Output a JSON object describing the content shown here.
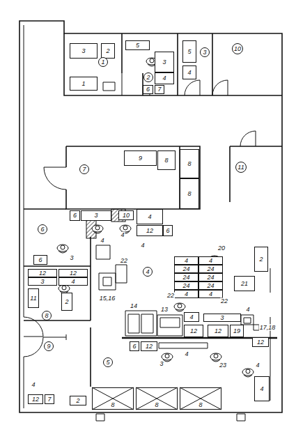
{
  "diagram": {
    "nodes": [
      {
        "text": [
          "3"
        ]
      },
      {
        "text": [
          "2"
        ]
      },
      {
        "text": [
          "5"
        ]
      },
      {
        "text": [
          "5"
        ]
      },
      {
        "text": [
          "1"
        ]
      },
      {
        "text": [
          "3"
        ]
      },
      {
        "text": [
          "10"
        ]
      },
      {
        "text": [
          "3"
        ]
      },
      {
        "text": [
          "4"
        ]
      },
      {
        "text": [
          "2"
        ]
      },
      {
        "text": [
          "4"
        ]
      },
      {
        "text": [
          "1"
        ]
      },
      {
        "text": [
          "6"
        ]
      },
      {
        "text": [
          "7"
        ]
      },
      {
        "text": [
          "9"
        ]
      },
      {
        "text": [
          "8"
        ]
      },
      {
        "text": [
          "8"
        ]
      },
      {
        "text": [
          "11"
        ]
      },
      {
        "text": [
          "7"
        ]
      },
      {
        "text": [
          "8"
        ]
      },
      {
        "text": [
          "6"
        ]
      },
      {
        "text": [
          "3"
        ]
      },
      {
        "text": [
          "10"
        ]
      },
      {
        "text": [
          "4"
        ]
      },
      {
        "text": [
          "12"
        ]
      },
      {
        "text": [
          "6"
        ]
      },
      {
        "text": [
          "6"
        ]
      },
      {
        "text": [
          "6"
        ]
      },
      {
        "text": [
          "12"
        ]
      },
      {
        "text": [
          "12"
        ]
      },
      {
        "text": [
          "4"
        ]
      },
      {
        "text": [
          "3"
        ]
      },
      {
        "text": [
          "4"
        ]
      },
      {
        "text": [
          "4"
        ]
      },
      {
        "text": [
          "4"
        ]
      },
      {
        "text": [
          "24"
        ]
      },
      {
        "text": [
          "24"
        ]
      },
      {
        "text": [
          "24"
        ]
      },
      {
        "text": [
          "24"
        ]
      },
      {
        "text": [
          "24"
        ]
      },
      {
        "text": [
          "24"
        ]
      },
      {
        "text": [
          "4"
        ]
      },
      {
        "text": [
          "4"
        ]
      },
      {
        "text": [
          "2"
        ]
      },
      {
        "text": [
          "21"
        ]
      },
      {
        "text": [
          "11"
        ]
      },
      {
        "text": [
          "2"
        ]
      },
      {
        "text": [
          "8"
        ]
      },
      {
        "text": [
          "4"
        ]
      },
      {
        "text": [
          "3"
        ]
      },
      {
        "text": [
          "12"
        ]
      },
      {
        "text": [
          "12"
        ]
      },
      {
        "text": [
          "19"
        ]
      },
      {
        "text": [
          "12"
        ]
      },
      {
        "text": [
          "6"
        ]
      },
      {
        "text": [
          "12"
        ]
      },
      {
        "text": [
          "9"
        ]
      },
      {
        "text": [
          "5"
        ]
      },
      {
        "text": [
          "4"
        ]
      },
      {
        "text": [
          "12"
        ]
      },
      {
        "text": [
          "7"
        ]
      },
      {
        "text": [
          "2"
        ]
      },
      {
        "text": [
          "8"
        ]
      },
      {
        "text": [
          "8"
        ]
      },
      {
        "text": [
          "8"
        ]
      }
    ],
    "labels": [
      "4",
      "4",
      "4",
      "3",
      "20",
      "22",
      "15,16",
      "22",
      "22",
      "14",
      "13",
      "4",
      "17,18",
      "4",
      "3",
      "23",
      "4",
      "4"
    ]
  }
}
